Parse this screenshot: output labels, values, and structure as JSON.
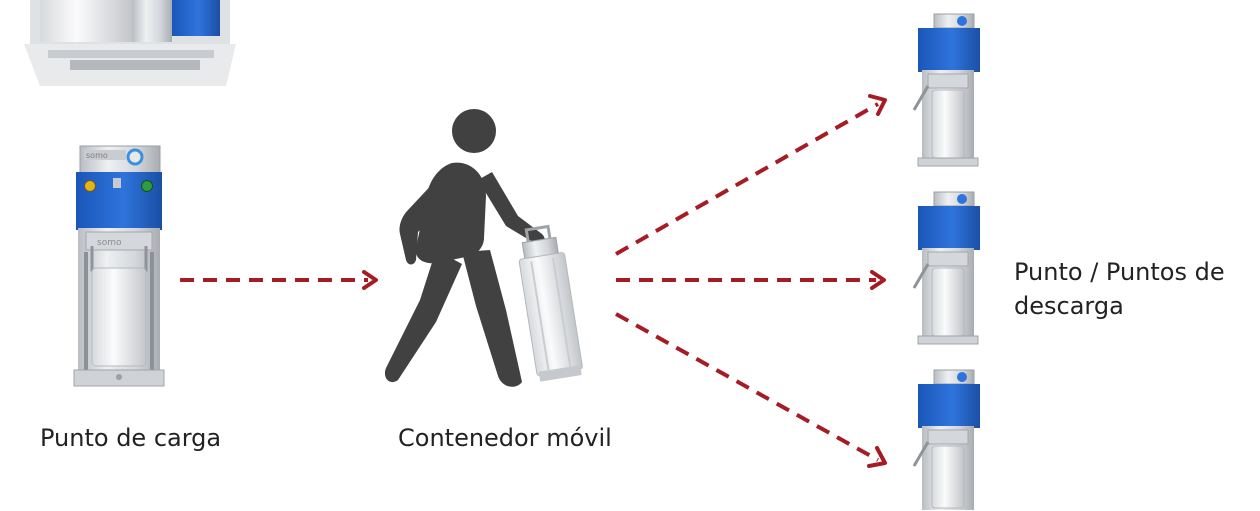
{
  "labels": {
    "load_point": "Punto de carga",
    "mobile_container": "Contenedor móvil",
    "discharge_line1": "Punto / Puntos de",
    "discharge_line2": "descarga"
  },
  "machine_brand": "somo",
  "colors": {
    "arrow": "#a61c24",
    "machine_blue": "#1f63c9",
    "person": "#414141",
    "text": "#222222"
  }
}
